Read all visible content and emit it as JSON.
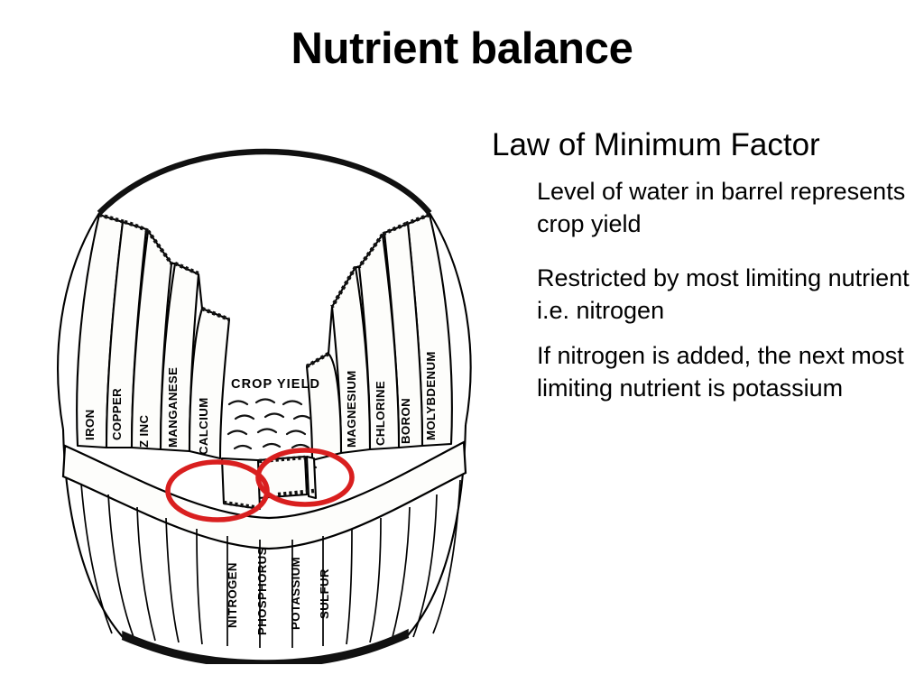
{
  "slide": {
    "title": "Nutrient balance",
    "background_color": "#FFFFFF"
  },
  "text_panel": {
    "heading": "Law of Minimum Factor",
    "bullets": [
      "Level of water in barrel represents crop yield",
      "Restricted by most limiting nutrient i.e. nitrogen",
      "If nitrogen is added, the next most limiting nutrient is potassium"
    ]
  },
  "diagram": {
    "name": "liebigs-barrel",
    "water_label": "CROP YIELD",
    "highlight_color": "#D91F1F",
    "line_color": "#000000",
    "highlights": [
      {
        "target": "NITROGEN",
        "note": "most limiting nutrient"
      },
      {
        "target": "POTASSIUM",
        "note": "next most limiting nutrient"
      }
    ],
    "staves_left": [
      {
        "label": "IRON",
        "rank": 1
      },
      {
        "label": "COPPER",
        "rank": 2
      },
      {
        "label": "Z INC",
        "rank": 3
      },
      {
        "label": "MANGANESE",
        "rank": 4
      },
      {
        "label": "CALCIUM",
        "rank": 5
      }
    ],
    "staves_bottom": [
      {
        "label": "NITROGEN",
        "rank": 1
      },
      {
        "label": "PHOSPHORUS",
        "rank": 2
      },
      {
        "label": "POTASSIUM",
        "rank": 3
      },
      {
        "label": "SULFUR",
        "rank": 4
      }
    ],
    "staves_right": [
      {
        "label": "MAGNESIUM",
        "rank": 1
      },
      {
        "label": "CHLORINE",
        "rank": 2
      },
      {
        "label": "BORON",
        "rank": 3
      },
      {
        "label": "MOLYBDENUM",
        "rank": 4
      }
    ]
  }
}
